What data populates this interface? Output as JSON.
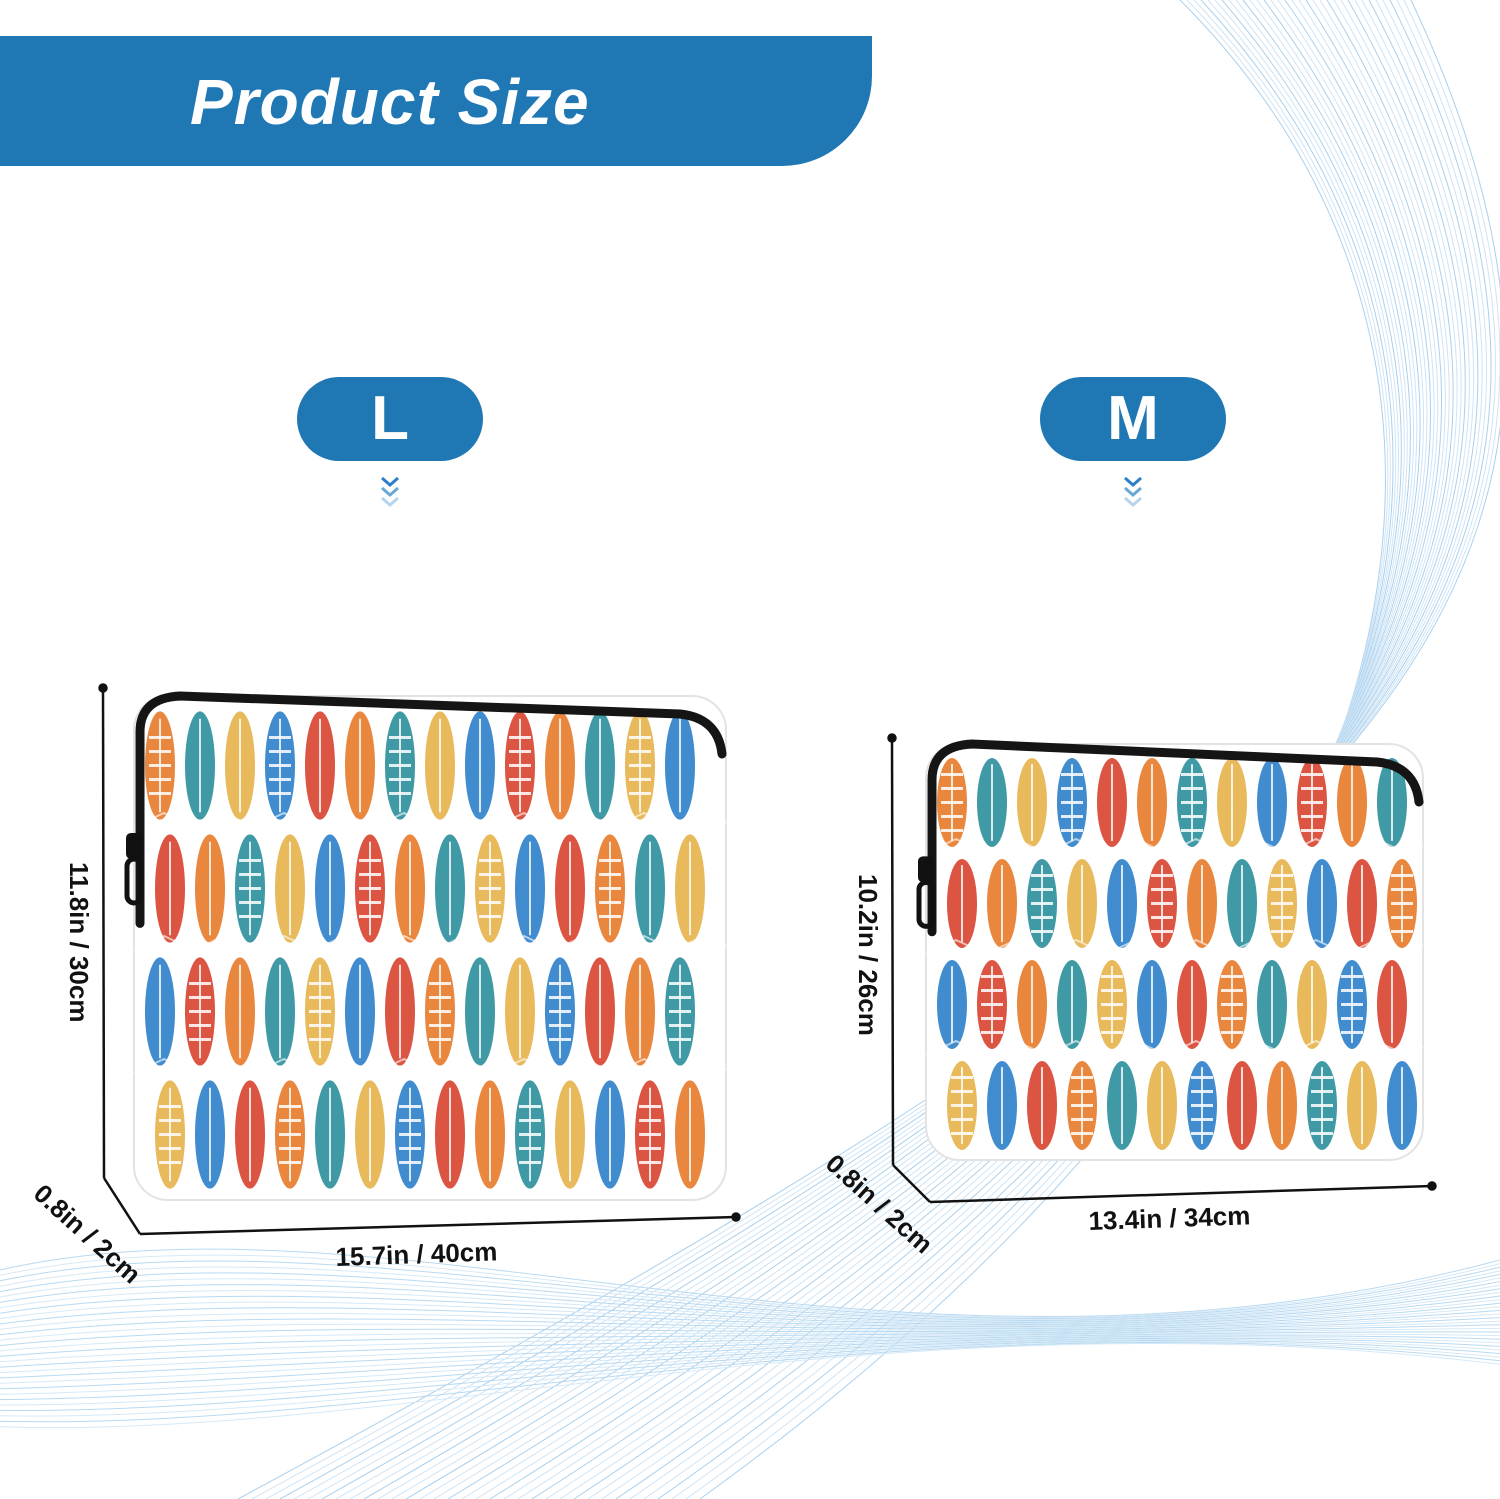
{
  "page": {
    "title": "Product Size",
    "accent_color": "#1f78b4"
  },
  "sizes": [
    {
      "label": "L",
      "height": "11.8in / 30cm",
      "width": "15.7in / 40cm",
      "depth": "0.8in / 2cm"
    },
    {
      "label": "M",
      "height": "10.2in / 26cm",
      "width": "13.4in / 34cm",
      "depth": "0.8in / 2cm"
    }
  ],
  "icons": [
    "chevron-down-icon",
    "zipper-pull-icon",
    "surfboard-pattern"
  ],
  "colors": {
    "orange": "#e87a2a",
    "teal": "#2b8f9c",
    "blue": "#2b7fc9",
    "red": "#d8432f",
    "yellow": "#e6b24a"
  }
}
